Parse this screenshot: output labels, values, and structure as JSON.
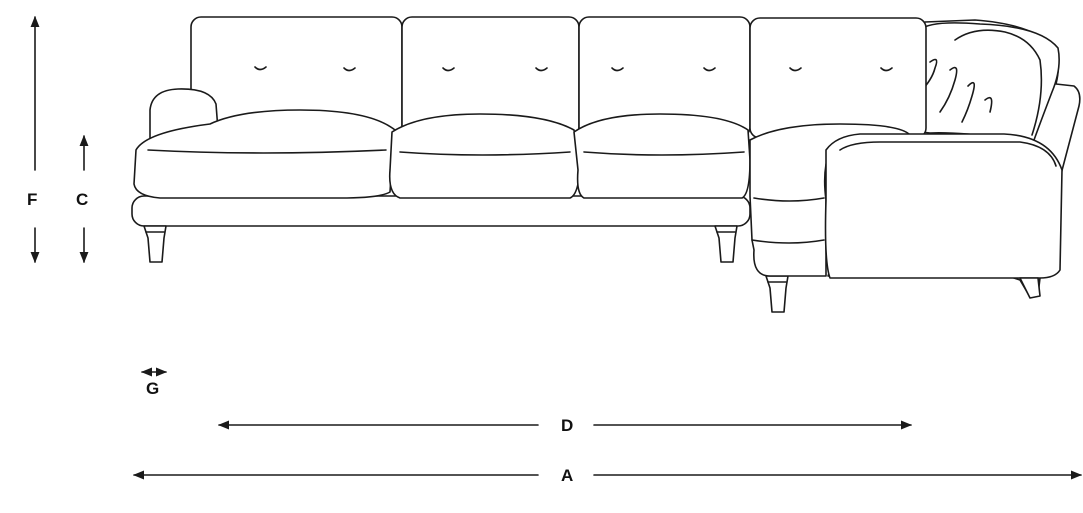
{
  "dimensions": {
    "a": "A",
    "c": "C",
    "d": "D",
    "f": "F",
    "g": "G"
  },
  "colors": {
    "line": "#1a1a1a",
    "background": "#ffffff"
  },
  "icons": {
    "sofa": "corner-sofa-line-drawing",
    "arrow": "dimension-arrow"
  }
}
